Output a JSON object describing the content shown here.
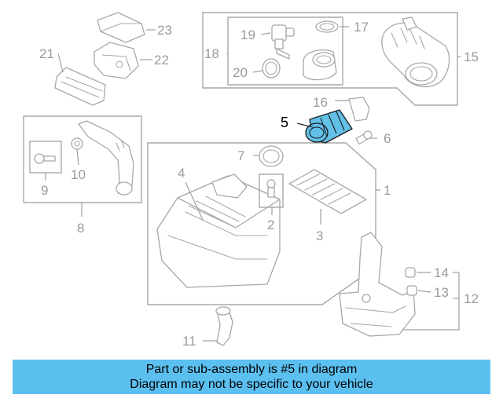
{
  "diagram": {
    "callouts": {
      "c1": "1",
      "c2": "2",
      "c3": "3",
      "c4": "4",
      "c5": "5",
      "c6": "6",
      "c7": "7",
      "c8": "8",
      "c9": "9",
      "c10": "10",
      "c11": "11",
      "c12": "12",
      "c13": "13",
      "c14": "14",
      "c15": "15",
      "c16": "16",
      "c17": "17",
      "c18": "18",
      "c19": "19",
      "c20": "20",
      "c21": "21",
      "c22": "22",
      "c23": "23"
    },
    "highlighted_part": "5",
    "colors": {
      "highlight_fill": "#62c0e8",
      "banner_bg": "#5bc0f0",
      "line_gray": "#a8a8a8"
    }
  },
  "banner": {
    "line1": "Part or sub-assembly is #5 in diagram",
    "line2": "Diagram may not be specific to your vehicle"
  }
}
